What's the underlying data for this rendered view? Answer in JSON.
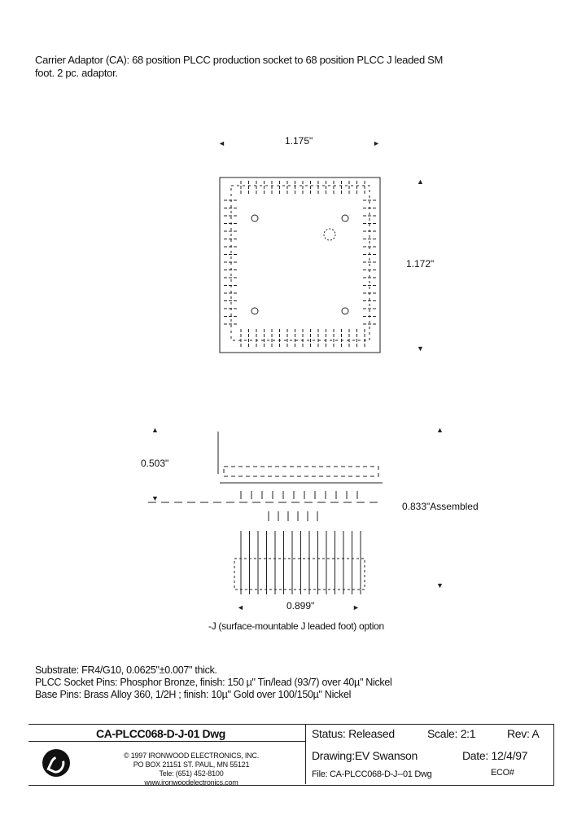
{
  "description": {
    "line1": "Carrier Adaptor (CA): 68 position PLCC production socket  to 68 position PLCC J leaded SM",
    "line2": "foot. 2 pc. adaptor."
  },
  "top_view": {
    "width_dim": "1.175\"",
    "height_dim": "1.172\""
  },
  "side_view": {
    "height_dim": "0.503\"",
    "assembled_dim": "0.833\"Assembled",
    "width_dim": "0.899\"",
    "caption": "-J (surface-mountable J leaded foot) option"
  },
  "specs": {
    "substrate": "Substrate: FR4/G10, 0.0625\"±0.007\" thick.",
    "socket_pins": "PLCC Socket Pins:  Phosphor Bronze, finish:  150 µ\" Tin/lead (93/7) over 40µ\" Nickel",
    "base_pins": "Base Pins: Brass Alloy 360, 1/2H ; finish: 10µ\" Gold over 100/150µ\" Nickel"
  },
  "title_block": {
    "drawing_title": "CA-PLCC068-D-J-01 Dwg",
    "company_line1": "© 1997 IRONWOOD ELECTRONICS, INC.",
    "company_line2": "PO BOX 21151 ST. PAUL, MN  55121",
    "company_line3": "Tele: (651) 452-8100",
    "company_line4": "www.ironwoodelectronics.com",
    "status": "Status: Released",
    "scale": "Scale: 2:1",
    "rev": "Rev: A",
    "drawing": "Drawing:EV Swanson",
    "date": "Date: 12/4/97",
    "file": "File: CA-PLCC068-D-J--01 Dwg",
    "eco": "ECO#"
  },
  "icons": {
    "logo": "ironwood-logo-icon",
    "arrow": "dimension-arrow-icon"
  }
}
